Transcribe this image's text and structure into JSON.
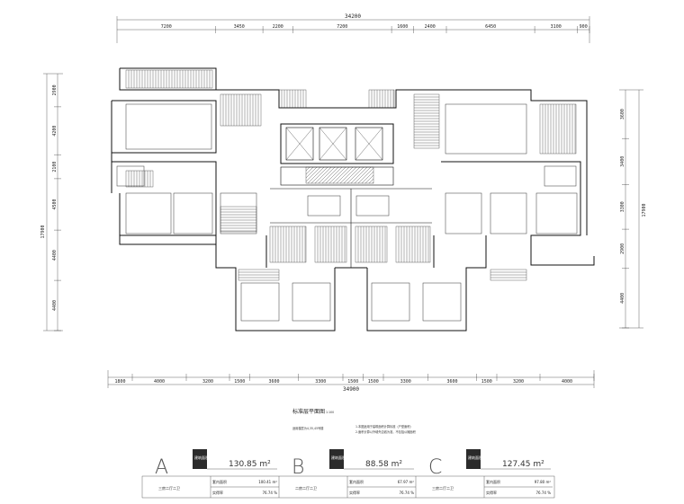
{
  "drawing": {
    "title": "标准层平面图",
    "scale": "1:100",
    "subtitle": "适用楼层为4,35,45号楼",
    "notes": [
      "1.本图适用于建筑面积计算标准（户型面积）",
      "2.面积计算以外墙外边线为准，不包括公摊面积"
    ]
  },
  "dimensions": {
    "top_total": "34200",
    "top": [
      "7200",
      "3450",
      "2200",
      "7200",
      "1600",
      "2400",
      "6450",
      "3100",
      "900"
    ],
    "bottom_total": "34900",
    "bottom": [
      "1800",
      "4000",
      "3200",
      "1500",
      "3600",
      "3300",
      "1500",
      "1500",
      "3300",
      "3600",
      "1500",
      "3200",
      "4000"
    ],
    "left_total": "17900",
    "left": [
      "2900",
      "4200",
      "2100",
      "4500",
      "4400",
      "4400"
    ],
    "right_total": "17900",
    "right": [
      "3600",
      "3400",
      "3300",
      "2900",
      "4400"
    ]
  },
  "units": [
    {
      "letter": "A",
      "area": "130.85",
      "unit": "m²",
      "type": "三房二厅二卫",
      "rows": [
        {
          "label": "套内面积",
          "value": "100.41 m²"
        },
        {
          "label": "实得率",
          "value": "76.74 %"
        }
      ],
      "badge": "建筑面积"
    },
    {
      "letter": "B",
      "area": "88.58",
      "unit": "m²",
      "type": "二房二厅二卫",
      "rows": [
        {
          "label": "套内面积",
          "value": "67.97 m²"
        },
        {
          "label": "实得率",
          "value": "76.74 %"
        }
      ],
      "badge": "建筑面积"
    },
    {
      "letter": "C",
      "area": "127.45",
      "unit": "m²",
      "type": "三房二厅二卫",
      "rows": [
        {
          "label": "套内面积",
          "value": "97.80 m²"
        },
        {
          "label": "实得率",
          "value": "76.74 %"
        }
      ],
      "badge": "建筑面积"
    }
  ]
}
